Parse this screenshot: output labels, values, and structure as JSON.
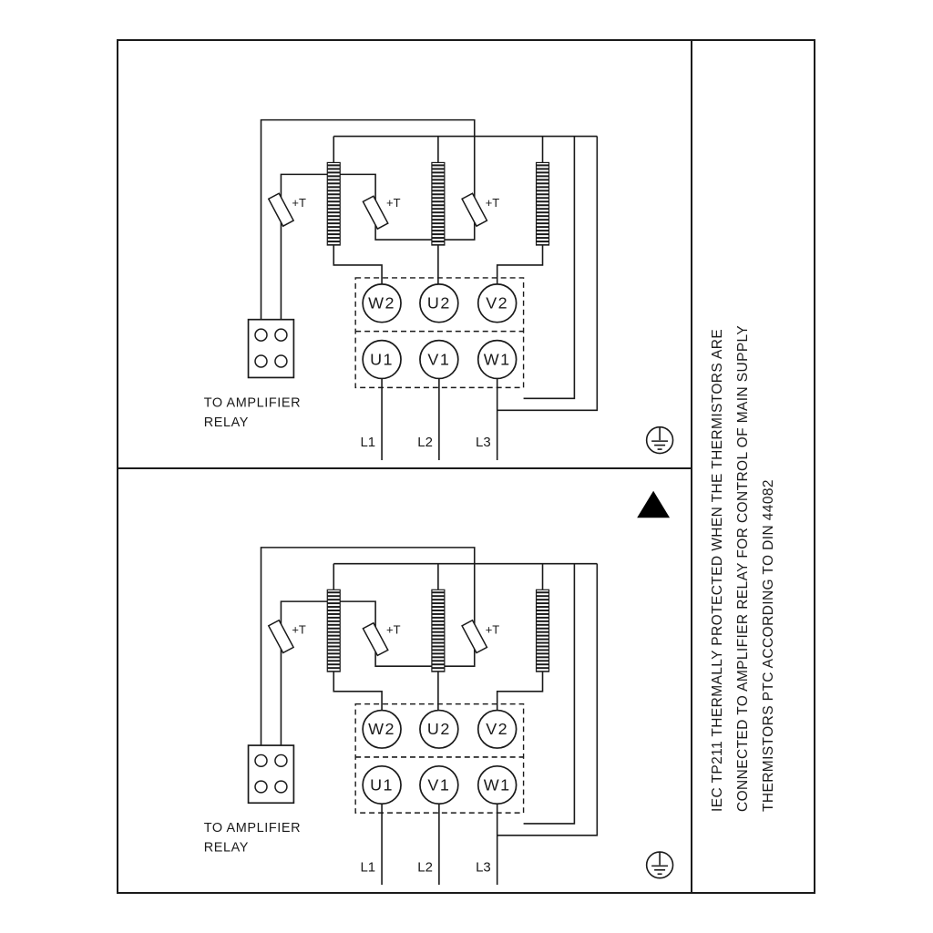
{
  "page": {
    "background": "#ffffff",
    "line_color": "#1a1a1a"
  },
  "side_note": {
    "lines": [
      "IEC TP211 THERMALLY PROTECTED WHEN THE THERMISTORS ARE",
      "CONNECTED TO AMPLIFIER RELAY FOR CONTROL OF MAIN SUPPLY",
      "THERMISTORS PTC ACCORDING TO DIN 44082"
    ]
  },
  "panels": [
    {
      "symbol": "star-connection-icon",
      "terminals_top": [
        "W2",
        "U2",
        "V2"
      ],
      "terminals_bottom": [
        "U1",
        "V1",
        "W1"
      ],
      "thermistor_labels": [
        "+T",
        "+T",
        "+T"
      ],
      "relay_caption_line1": "TO AMPLIFIER",
      "relay_caption_line2": "RELAY",
      "supply_labels": [
        "L1",
        "L2",
        "L3"
      ]
    },
    {
      "symbol": "delta-connection-icon",
      "terminals_top": [
        "W2",
        "U2",
        "V2"
      ],
      "terminals_bottom": [
        "U1",
        "V1",
        "W1"
      ],
      "thermistor_labels": [
        "+T",
        "+T",
        "+T"
      ],
      "relay_caption_line1": "TO AMPLIFIER",
      "relay_caption_line2": "RELAY",
      "supply_labels": [
        "L1",
        "L2",
        "L3"
      ]
    }
  ]
}
